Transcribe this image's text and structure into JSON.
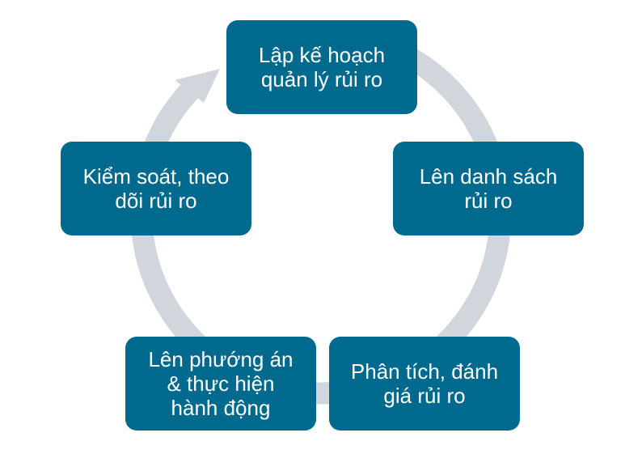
{
  "diagram": {
    "steps": [
      {
        "label": "Lập kế hoạch\nquản lý rủi ro"
      },
      {
        "label": "Lên danh sách\nrủi ro"
      },
      {
        "label": "Phân tích, đánh\ngiá rủi ro"
      },
      {
        "label": "Lên phướng án\n& thực hiện\nhành động"
      },
      {
        "label": "Kiểm soát, theo\ndõi rủi ro"
      }
    ]
  },
  "colors": {
    "box_fill": "#006a8e",
    "box_text": "#ffffff",
    "ring": "#d1d6dc",
    "background": "#ffffff"
  }
}
